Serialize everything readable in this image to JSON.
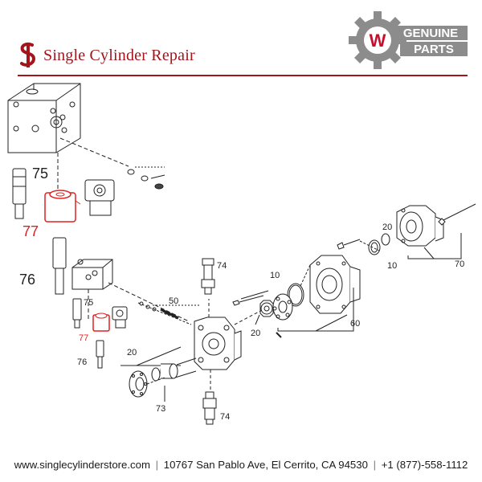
{
  "header": {
    "brand_name": "Single Cylinder Repair",
    "badge_line1": "GENUINE",
    "badge_line2": "PARTS",
    "brand_color": "#a3141b",
    "badge_color": "#8c8c8c"
  },
  "diagram": {
    "callouts": {
      "c75a": "75",
      "c77a": "77",
      "c76a": "76",
      "c75b": "75",
      "c77b": "77",
      "c76b": "76",
      "c50": "50",
      "c74a": "74",
      "c74b": "74",
      "c20a": "20",
      "c20b": "20",
      "c20c": "20",
      "c73": "73",
      "c10a": "10",
      "c10b": "10",
      "c60": "60",
      "c70": "70"
    },
    "highlight_color": "#e02020"
  },
  "footer": {
    "website": "www.singlecylinderstore.com",
    "address": "10767 San Pablo Ave, El Cerrito, CA 94530",
    "phone": "+1 (877)-558-1112",
    "separator": "|"
  }
}
